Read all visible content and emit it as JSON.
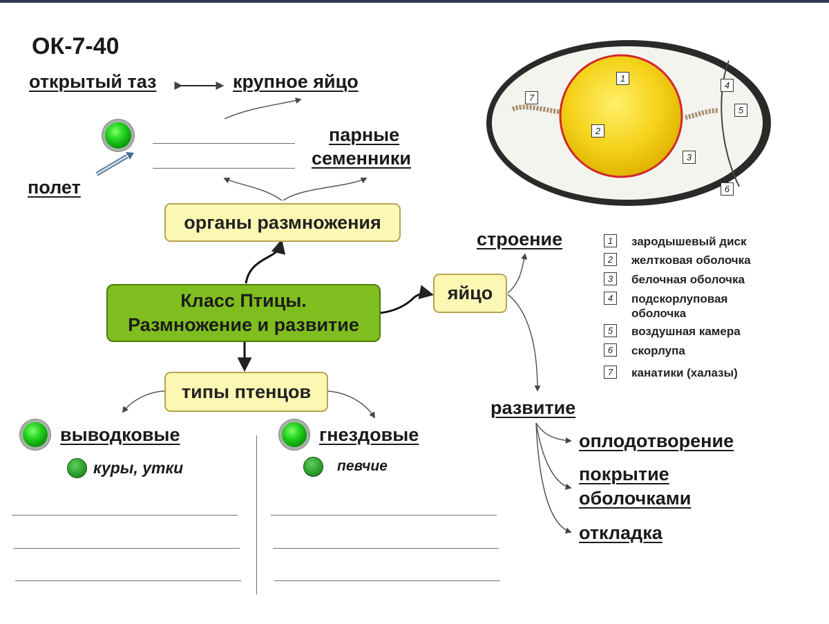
{
  "code": "ОК-7-40",
  "features": {
    "open_pelvis": "открытый таз",
    "large_egg": "крупное яйцо",
    "flight": "полет",
    "paired_testes_1": "парные",
    "paired_testes_2": "семенники"
  },
  "boxes": {
    "reproductive_organs": "органы размножения",
    "main_title_1": "Класс Птицы.",
    "main_title_2": "Размножение и развитие",
    "egg": "яйцо",
    "chick_types": "типы птенцов"
  },
  "egg_branches": {
    "structure": "строение",
    "development": "развитие",
    "development_steps": [
      "оплодотворение",
      "покрытие",
      "оболочками",
      "откладка"
    ]
  },
  "chicks": {
    "precocial": "выводковые",
    "precocial_example": "куры, утки",
    "altricial": "гнездовые",
    "altricial_example": "певчие"
  },
  "egg_legend": [
    {
      "num": "1",
      "text": "зародышевый диск"
    },
    {
      "num": "2",
      "text": "желтковая оболочка"
    },
    {
      "num": "3",
      "text": "белочная оболочка"
    },
    {
      "num": "4",
      "text": "подскорлуповая оболочка"
    },
    {
      "num": "5",
      "text": "воздушная камера"
    },
    {
      "num": "6",
      "text": "скорлупа"
    },
    {
      "num": "7",
      "text": "канатики (халазы)"
    }
  ],
  "egg_image_labels": [
    "1",
    "2",
    "3",
    "4",
    "5",
    "6",
    "7"
  ],
  "colors": {
    "main_box": "#7fbe1f",
    "sub_box": "#fdf7b4",
    "yolk": "#f2d21a",
    "ball_green": "#22d11c"
  }
}
